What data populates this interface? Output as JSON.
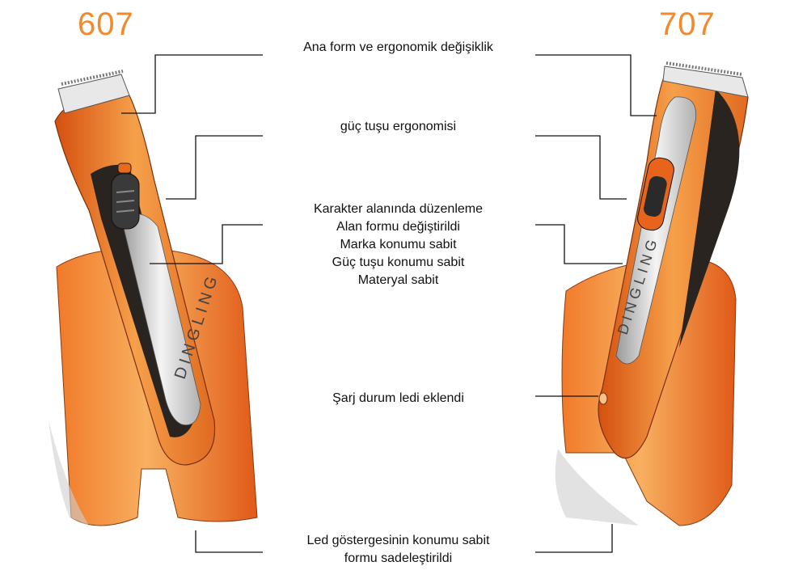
{
  "models": {
    "left": "607",
    "right": "707"
  },
  "brand": "DINGLING",
  "annotations": [
    {
      "lines": [
        "Ana form ve ergonomik değişiklik"
      ]
    },
    {
      "lines": [
        "güç tuşu ergonomisi"
      ]
    },
    {
      "lines": [
        "Karakter alanında düzenleme",
        "Alan formu değiştirildi",
        "Marka konumu sabit",
        "Güç tuşu konumu sabit",
        "Materyal sabit"
      ]
    },
    {
      "lines": [
        "Şarj durum ledi eklendi"
      ]
    },
    {
      "lines": [
        "Led göstergesinin konumu sabit",
        "formu sadeleştirildi"
      ]
    }
  ],
  "colors": {
    "accent": "#f08a2c",
    "body_orange": "#e8641c",
    "light_orange": "#f5a24a",
    "dark": "#2a2420"
  }
}
